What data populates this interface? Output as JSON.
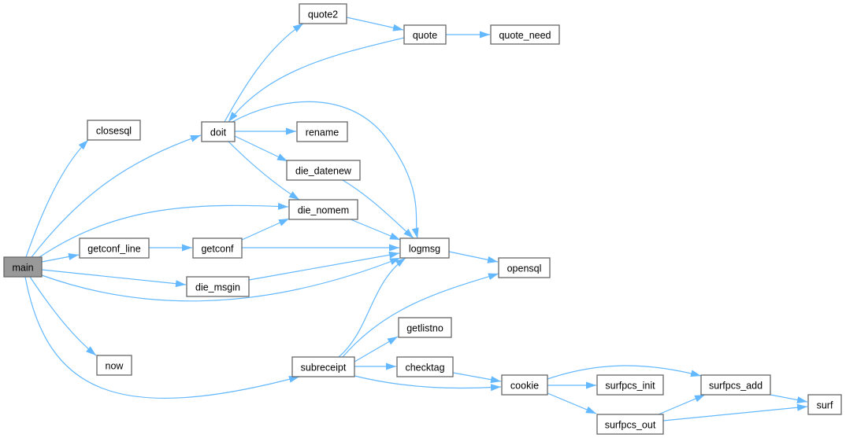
{
  "graph": {
    "type": "call-graph",
    "root": "main",
    "edge_color": "#63b8ff",
    "root_fill": "#999999",
    "nodes": [
      {
        "id": "main",
        "label": "main"
      },
      {
        "id": "closesql",
        "label": "closesql"
      },
      {
        "id": "doit",
        "label": "doit"
      },
      {
        "id": "quote2",
        "label": "quote2"
      },
      {
        "id": "quote",
        "label": "quote"
      },
      {
        "id": "quote_need",
        "label": "quote_need"
      },
      {
        "id": "rename",
        "label": "rename"
      },
      {
        "id": "die_datenew",
        "label": "die_datenew"
      },
      {
        "id": "die_nomem",
        "label": "die_nomem"
      },
      {
        "id": "getconf_line",
        "label": "getconf_line"
      },
      {
        "id": "getconf",
        "label": "getconf"
      },
      {
        "id": "logmsg",
        "label": "logmsg"
      },
      {
        "id": "opensql",
        "label": "opensql"
      },
      {
        "id": "die_msgin",
        "label": "die_msgin"
      },
      {
        "id": "getlistno",
        "label": "getlistno"
      },
      {
        "id": "now",
        "label": "now"
      },
      {
        "id": "subreceipt",
        "label": "subreceipt"
      },
      {
        "id": "checktag",
        "label": "checktag"
      },
      {
        "id": "cookie",
        "label": "cookie"
      },
      {
        "id": "surfpcs_init",
        "label": "surfpcs_init"
      },
      {
        "id": "surfpcs_add",
        "label": "surfpcs_add"
      },
      {
        "id": "surfpcs_out",
        "label": "surfpcs_out"
      },
      {
        "id": "surf",
        "label": "surf"
      }
    ],
    "edges": [
      [
        "main",
        "closesql"
      ],
      [
        "main",
        "doit"
      ],
      [
        "main",
        "die_nomem"
      ],
      [
        "main",
        "getconf_line"
      ],
      [
        "main",
        "die_msgin"
      ],
      [
        "main",
        "logmsg"
      ],
      [
        "main",
        "now"
      ],
      [
        "main",
        "subreceipt"
      ],
      [
        "doit",
        "quote2"
      ],
      [
        "doit",
        "rename"
      ],
      [
        "doit",
        "die_datenew"
      ],
      [
        "doit",
        "die_nomem"
      ],
      [
        "doit",
        "logmsg"
      ],
      [
        "quote2",
        "quote"
      ],
      [
        "quote",
        "quote_need"
      ],
      [
        "quote",
        "doit"
      ],
      [
        "die_datenew",
        "logmsg"
      ],
      [
        "die_nomem",
        "logmsg"
      ],
      [
        "getconf_line",
        "getconf"
      ],
      [
        "getconf",
        "die_nomem"
      ],
      [
        "getconf",
        "logmsg"
      ],
      [
        "die_msgin",
        "logmsg"
      ],
      [
        "logmsg",
        "opensql"
      ],
      [
        "subreceipt",
        "logmsg"
      ],
      [
        "subreceipt",
        "opensql"
      ],
      [
        "subreceipt",
        "getlistno"
      ],
      [
        "subreceipt",
        "checktag"
      ],
      [
        "subreceipt",
        "cookie"
      ],
      [
        "checktag",
        "cookie"
      ],
      [
        "cookie",
        "surfpcs_add"
      ],
      [
        "cookie",
        "surfpcs_init"
      ],
      [
        "cookie",
        "surfpcs_out"
      ],
      [
        "surfpcs_out",
        "surfpcs_add"
      ],
      [
        "surfpcs_add",
        "surf"
      ],
      [
        "surfpcs_out",
        "surf"
      ]
    ]
  }
}
